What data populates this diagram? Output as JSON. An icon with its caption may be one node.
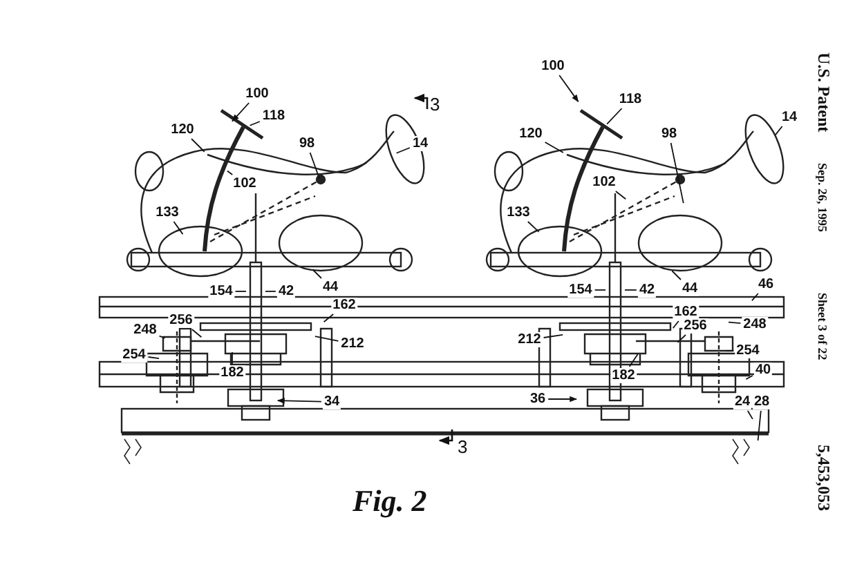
{
  "diagram": {
    "caption": "Fig. 2",
    "nodes": [
      {
        "text": [
          "100"
        ]
      },
      {
        "text": [
          "118"
        ]
      },
      {
        "text": [
          "120"
        ]
      },
      {
        "text": [
          "102"
        ]
      },
      {
        "text": [
          "98"
        ]
      },
      {
        "text": [
          "14"
        ]
      },
      {
        "text": [
          "133"
        ]
      },
      {
        "text": [
          "154"
        ]
      },
      {
        "text": [
          "42"
        ]
      },
      {
        "text": [
          "44"
        ]
      },
      {
        "text": [
          "162"
        ]
      },
      {
        "text": [
          "212"
        ]
      },
      {
        "text": [
          "256"
        ]
      },
      {
        "text": [
          "248"
        ]
      },
      {
        "text": [
          "254"
        ]
      },
      {
        "text": [
          "182"
        ]
      },
      {
        "text": [
          "34"
        ]
      },
      {
        "text": [
          "100"
        ]
      },
      {
        "text": [
          "118"
        ]
      },
      {
        "text": [
          "120"
        ]
      },
      {
        "text": [
          "98"
        ]
      },
      {
        "text": [
          "14"
        ]
      },
      {
        "text": [
          "102"
        ]
      },
      {
        "text": [
          "133"
        ]
      },
      {
        "text": [
          "154"
        ]
      },
      {
        "text": [
          "42"
        ]
      },
      {
        "text": [
          "44"
        ]
      },
      {
        "text": [
          "46"
        ]
      },
      {
        "text": [
          "162"
        ]
      },
      {
        "text": [
          "212"
        ]
      },
      {
        "text": [
          "256"
        ]
      },
      {
        "text": [
          "248"
        ]
      },
      {
        "text": [
          "254"
        ]
      },
      {
        "text": [
          "40"
        ]
      },
      {
        "text": [
          "182"
        ]
      },
      {
        "text": [
          "36"
        ]
      },
      {
        "text": [
          "24"
        ]
      },
      {
        "text": [
          "28"
        ]
      }
    ],
    "edges": [
      {
        "from": 0,
        "to": null,
        "arrow": "to"
      },
      {
        "from": 1,
        "to": null,
        "arrow": "none"
      },
      {
        "from": 2,
        "to": null,
        "arrow": "none"
      },
      {
        "from": 3,
        "to": null,
        "arrow": "none"
      },
      {
        "from": 4,
        "to": null,
        "arrow": "none"
      },
      {
        "from": 5,
        "to": null,
        "arrow": "none"
      },
      {
        "from": 6,
        "to": null,
        "arrow": "none"
      },
      {
        "from": 7,
        "to": null,
        "arrow": "none"
      },
      {
        "from": 8,
        "to": null,
        "arrow": "none"
      },
      {
        "from": 9,
        "to": null,
        "arrow": "none"
      },
      {
        "from": 10,
        "to": null,
        "arrow": "none"
      },
      {
        "from": 11,
        "to": null,
        "arrow": "none"
      },
      {
        "from": 12,
        "to": null,
        "arrow": "none"
      },
      {
        "from": 13,
        "to": null,
        "arrow": "none"
      },
      {
        "from": 14,
        "to": null,
        "arrow": "none"
      },
      {
        "from": 15,
        "to": null,
        "arrow": "none"
      },
      {
        "from": 16,
        "to": null,
        "arrow": "to"
      },
      {
        "from": 17,
        "to": null,
        "arrow": "to"
      },
      {
        "from": 18,
        "to": null,
        "arrow": "none"
      },
      {
        "from": 19,
        "to": null,
        "arrow": "none"
      },
      {
        "from": 20,
        "to": null,
        "arrow": "none"
      },
      {
        "from": 21,
        "to": null,
        "arrow": "none"
      },
      {
        "from": 22,
        "to": null,
        "arrow": "none"
      },
      {
        "from": 23,
        "to": null,
        "arrow": "none"
      },
      {
        "from": 24,
        "to": null,
        "arrow": "none"
      },
      {
        "from": 25,
        "to": null,
        "arrow": "none"
      },
      {
        "from": 26,
        "to": null,
        "arrow": "none"
      },
      {
        "from": 27,
        "to": null,
        "arrow": "none"
      },
      {
        "from": 28,
        "to": null,
        "arrow": "none"
      },
      {
        "from": 29,
        "to": null,
        "arrow": "none"
      },
      {
        "from": 30,
        "to": null,
        "arrow": "none"
      },
      {
        "from": 31,
        "to": null,
        "arrow": "none"
      },
      {
        "from": 32,
        "to": null,
        "arrow": "none"
      },
      {
        "from": 33,
        "to": null,
        "arrow": "none"
      },
      {
        "from": 34,
        "to": null,
        "arrow": "none"
      },
      {
        "from": 35,
        "to": null,
        "arrow": "to"
      },
      {
        "from": 36,
        "to": null,
        "arrow": "none"
      },
      {
        "from": 37,
        "to": null,
        "arrow": "none"
      }
    ],
    "labels": [
      "U.S. Patent",
      "Sep. 26, 1995",
      "Sheet 3 of 22",
      "5,453,053",
      "3",
      "3"
    ]
  }
}
